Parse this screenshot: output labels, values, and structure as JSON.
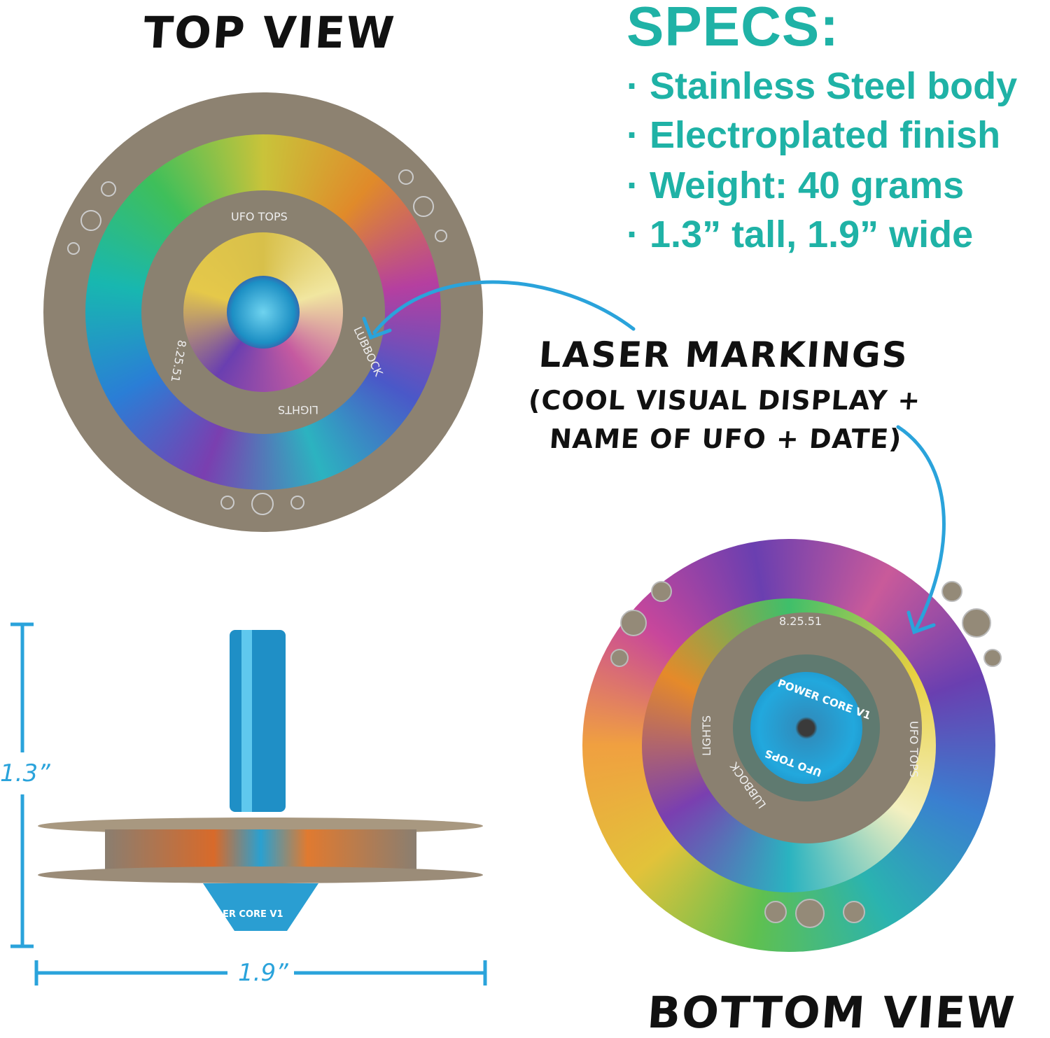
{
  "top_view": {
    "title": "TOP VIEW",
    "markings": [
      "UFO TOPS",
      "LUBBOCK",
      "LIGHTS",
      "8.25.51"
    ]
  },
  "specs": {
    "title": "SPECS:",
    "bullet": "·",
    "items": [
      "Stainless Steel body",
      "Electroplated finish",
      "Weight: 40 grams",
      "1.3” tall, 1.9” wide"
    ]
  },
  "callout": {
    "title": "LASER MARKINGS",
    "line1": "(COOL VISUAL DISPLAY +",
    "line2": "NAME OF UFO + DATE)"
  },
  "side_view": {
    "height_label": "1.3”",
    "width_label": "1.9”",
    "core_marking": "ER CORE V1"
  },
  "bottom_view": {
    "title": "BOTTOM VIEW",
    "markings": [
      "8.25.51",
      "POWER CORE V1",
      "UFO TOPS",
      "LUBBOCK",
      "LIGHTS",
      "UFO TOPS"
    ]
  },
  "colors": {
    "teal": "#1fb2a6",
    "blue": "#2aa3db",
    "steel": "#8a7f70"
  }
}
